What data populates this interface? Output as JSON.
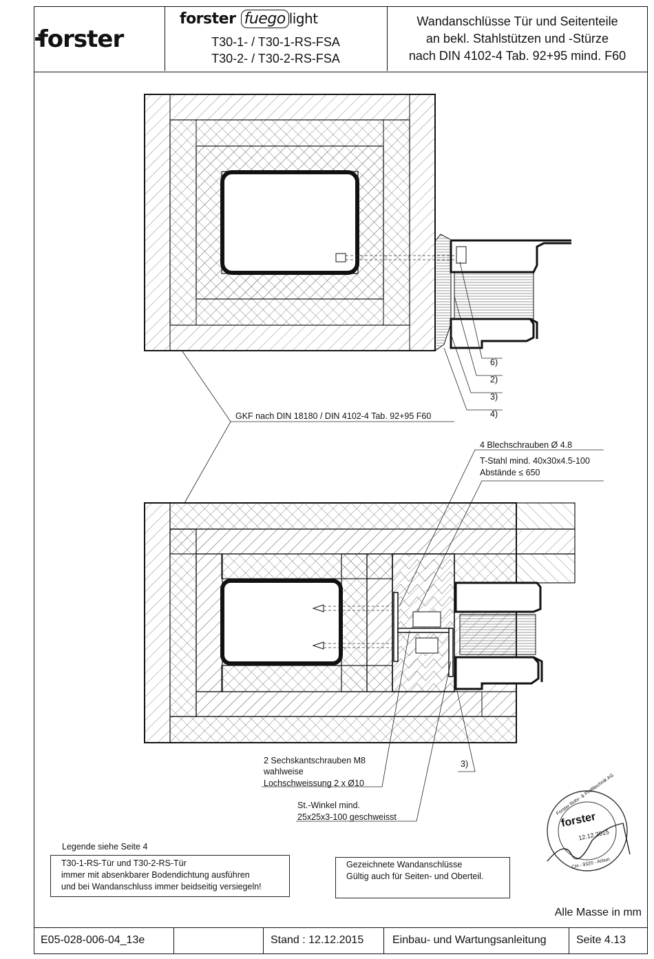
{
  "header": {
    "logo": "forster",
    "product_brand": "forster",
    "product_line": "fuego",
    "product_suffix": "light",
    "models": [
      "T30-1- / T30-1-RS-FSA",
      "T30-2- / T30-2-RS-FSA"
    ],
    "title_lines": [
      "Wandanschlüsse Tür und Seitenteile",
      "an bekl. Stahlstützen und -Stürze",
      "nach DIN 4102-4 Tab. 92+95 mind. F60"
    ]
  },
  "labels": {
    "callout_6": "6)",
    "callout_2": "2)",
    "callout_3": "3)",
    "callout_4": "4)",
    "gkf": "GKF nach DIN 18180 / DIN 4102-4 Tab. 92+95 F60",
    "blechschrauben": "4 Blechschrauben Ø 4.8",
    "tstahl_1": "T-Stahl mind. 40x30x4.5-100",
    "tstahl_2": "Abstände  ≤  650",
    "sechskant_1": "2 Sechskantschrauben M8",
    "sechskant_2": "wahlweise",
    "sechskant_3": "Lochschweissung 2 x Ø10",
    "callout_3b": "3)",
    "winkel_1": "St.-Winkel mind.",
    "winkel_2": "25x25x3-100 geschweisst"
  },
  "legend": {
    "title": "Legende siehe Seite 4",
    "lines": [
      "T30-1-RS-Tür  und   T30-2-RS-Tür",
      "immer mit absenkbarer Bodendichtung ausführen",
      "und bei Wandanschluss immer beidseitig versiegeln!"
    ]
  },
  "note": {
    "lines": [
      "Gezeichnete Wandanschlüsse",
      "Gültig auch für Seiten- und Oberteil."
    ]
  },
  "stamp": {
    "ring_text": "Forster Rohr- & Profiltechnik AG",
    "ring_bottom": "CH - 9320 - Arbon",
    "logo": "forster",
    "date": "12.12.2015"
  },
  "masse": "Alle Masse in mm",
  "footer": {
    "doc_id": "E05-028-006-04_13e",
    "blank": "",
    "stand": "Stand :  12.12.2015",
    "manual": "Einbau- und Wartungsanleitung",
    "page": "Seite  4.13"
  },
  "colors": {
    "line": "#111111",
    "hatch": "#444444"
  }
}
